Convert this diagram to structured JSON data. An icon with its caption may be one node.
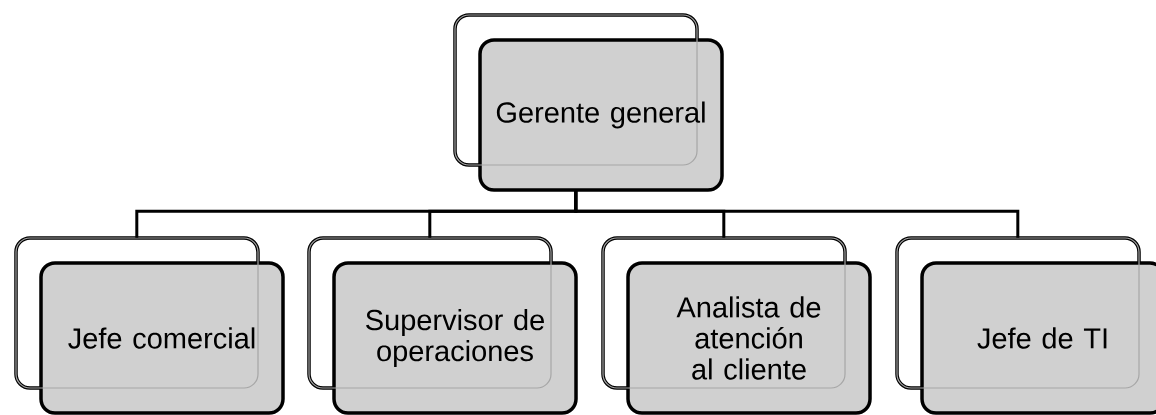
{
  "diagram": {
    "nodes": [
      {
        "text": [
          "Gerente general"
        ]
      },
      {
        "text": [
          "Jefe comercial"
        ]
      },
      {
        "text": [
          "Supervisor de operaciones"
        ]
      },
      {
        "text": [
          "Analista de atención al cliente"
        ]
      },
      {
        "text": [
          "Jefe de TI"
        ]
      }
    ],
    "edges": [
      {
        "from": 0,
        "to": 1,
        "arrow": "none"
      },
      {
        "from": 0,
        "to": 2,
        "arrow": "none"
      },
      {
        "from": 0,
        "to": 3,
        "arrow": "none"
      },
      {
        "from": 0,
        "to": 4,
        "arrow": "none"
      }
    ]
  }
}
